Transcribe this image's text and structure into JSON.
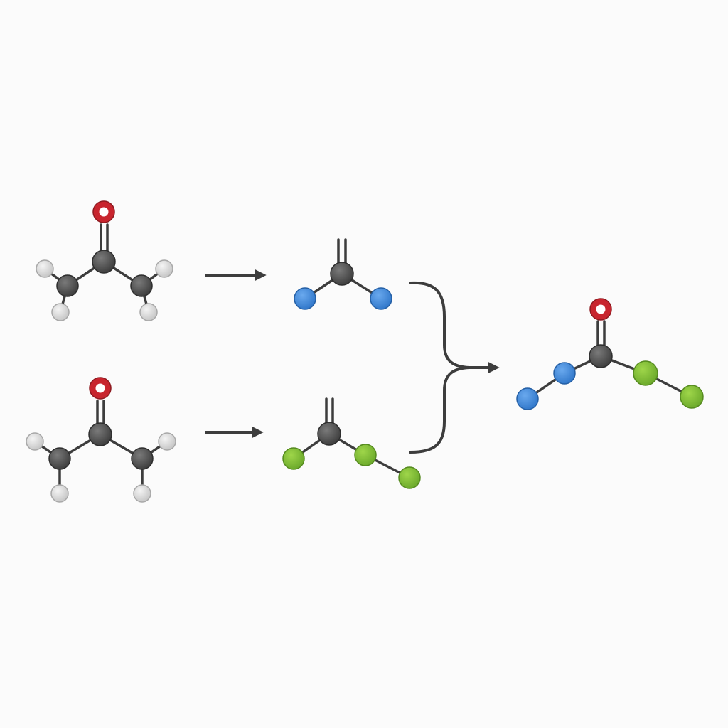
{
  "colors": {
    "background": "#fbfbfb",
    "bond": "#3d3d3d",
    "carbon": "#505050",
    "oxygen": "#c8252e",
    "hydrogen": "#dcdcdc",
    "blue_atom": "#3d86d6",
    "green_atom": "#7fbf2e",
    "arrow": "#3d3d3d"
  },
  "molecules": [
    {
      "name": "reactant-top",
      "role": "reactant",
      "atoms": [
        "O",
        "C",
        "C",
        "C",
        "H",
        "H",
        "H",
        "H"
      ]
    },
    {
      "name": "reactant-bottom",
      "role": "reactant",
      "atoms": [
        "O",
        "C",
        "C",
        "C",
        "H",
        "H",
        "H",
        "H"
      ]
    },
    {
      "name": "intermediate-top",
      "role": "intermediate",
      "atoms": [
        "C",
        "blue",
        "blue"
      ]
    },
    {
      "name": "intermediate-bottom",
      "role": "intermediate",
      "atoms": [
        "C",
        "green",
        "green",
        "green"
      ]
    },
    {
      "name": "product",
      "role": "product",
      "atoms": [
        "O",
        "C",
        "blue",
        "blue",
        "green",
        "green"
      ]
    }
  ],
  "arrows": [
    {
      "name": "arrow-top",
      "from": "reactant-top",
      "to": "intermediate-top"
    },
    {
      "name": "arrow-bottom",
      "from": "reactant-bottom",
      "to": "intermediate-bottom"
    },
    {
      "name": "merge-arrow",
      "from": [
        "intermediate-top",
        "intermediate-bottom"
      ],
      "to": "product"
    }
  ]
}
